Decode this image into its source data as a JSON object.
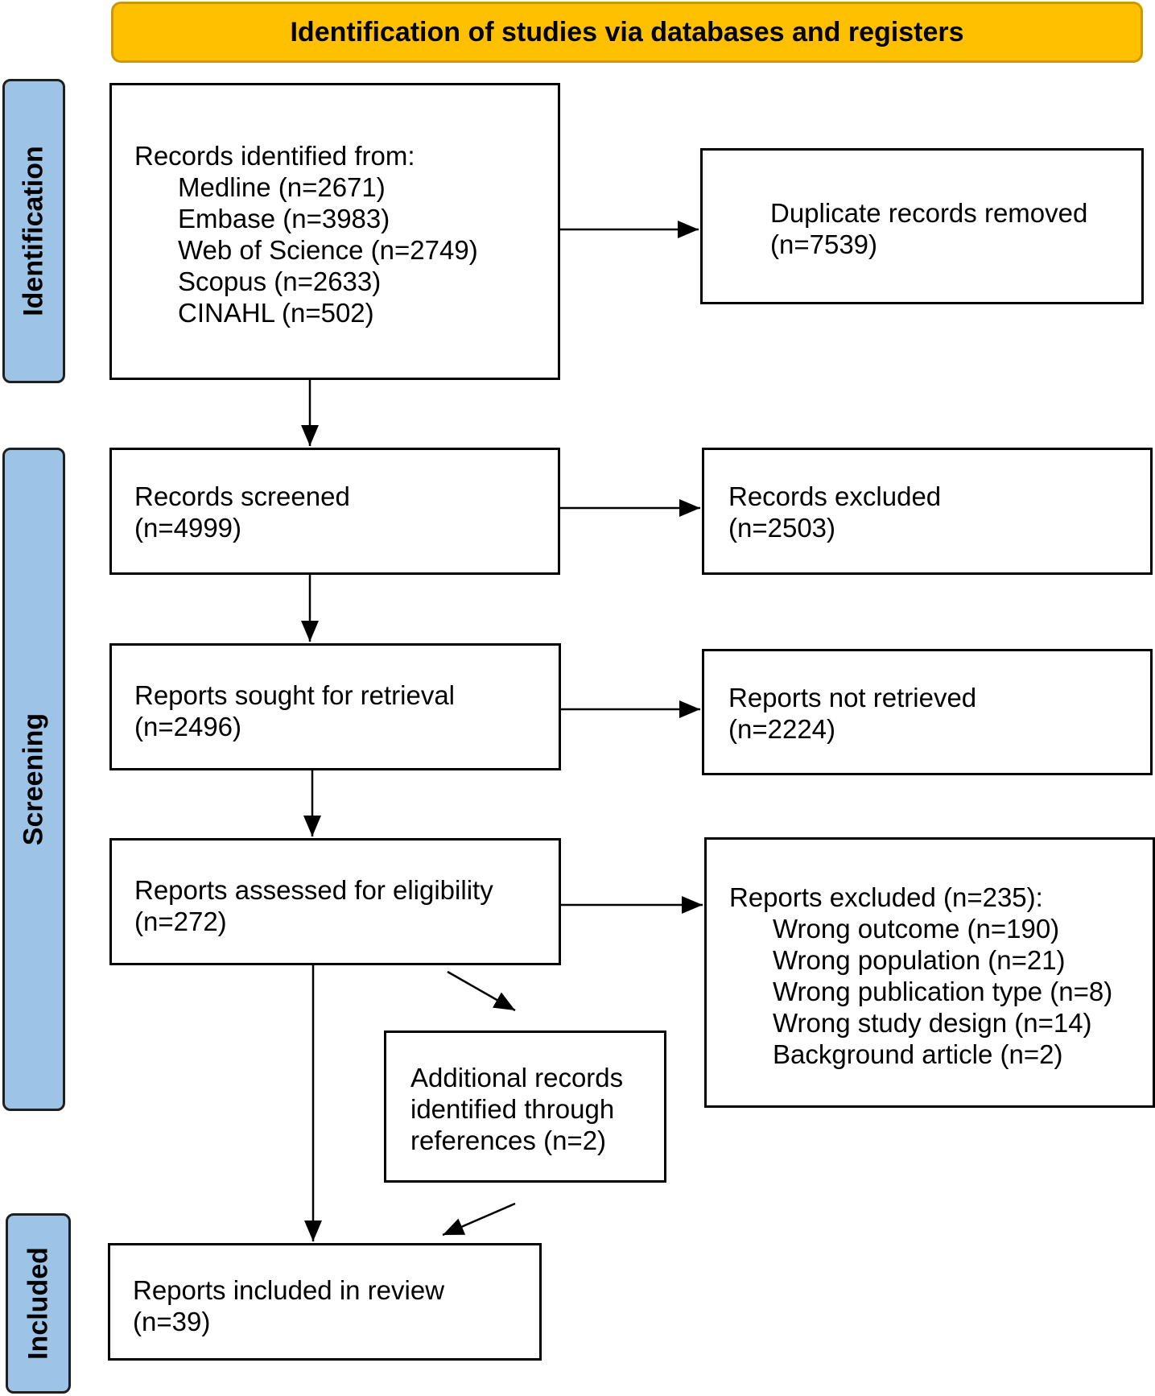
{
  "header": {
    "title": "Identification of studies via databases and registers"
  },
  "phases": {
    "identification": "Identification",
    "screening": "Screening",
    "included": "Included"
  },
  "boxes": {
    "identified": {
      "title": "Records identified from:",
      "sources": [
        "Medline (n=2671)",
        "Embase (n=3983)",
        "Web of Science (n=2749)",
        "Scopus (n=2633)",
        "CINAHL (n=502)"
      ]
    },
    "duplicates": {
      "line1": "Duplicate records removed",
      "line2": "(n=7539)"
    },
    "screened": {
      "line1": "Records screened",
      "line2": "(n=4999)"
    },
    "records_excluded": {
      "line1": "Records excluded",
      "line2": "(n=2503)"
    },
    "sought": {
      "line1": "Reports sought for retrieval",
      "line2": "(n=2496)"
    },
    "not_retrieved": {
      "line1": "Reports not retrieved",
      "line2": "(n=2224)"
    },
    "assessed": {
      "line1": "Reports assessed for eligibility",
      "line2": "(n=272)"
    },
    "reports_excluded": {
      "title": "Reports excluded (n=235):",
      "reasons": [
        "Wrong outcome (n=190)",
        "Wrong population (n=21)",
        "Wrong publication type (n=8)",
        "Wrong study design (n=14)",
        "Background article (n=2)"
      ]
    },
    "additional": {
      "line1": "Additional records",
      "line2": "identified through",
      "line3": "references (n=2)"
    },
    "included": {
      "line1": "Reports included in review",
      "line2": "(n=39)"
    }
  }
}
